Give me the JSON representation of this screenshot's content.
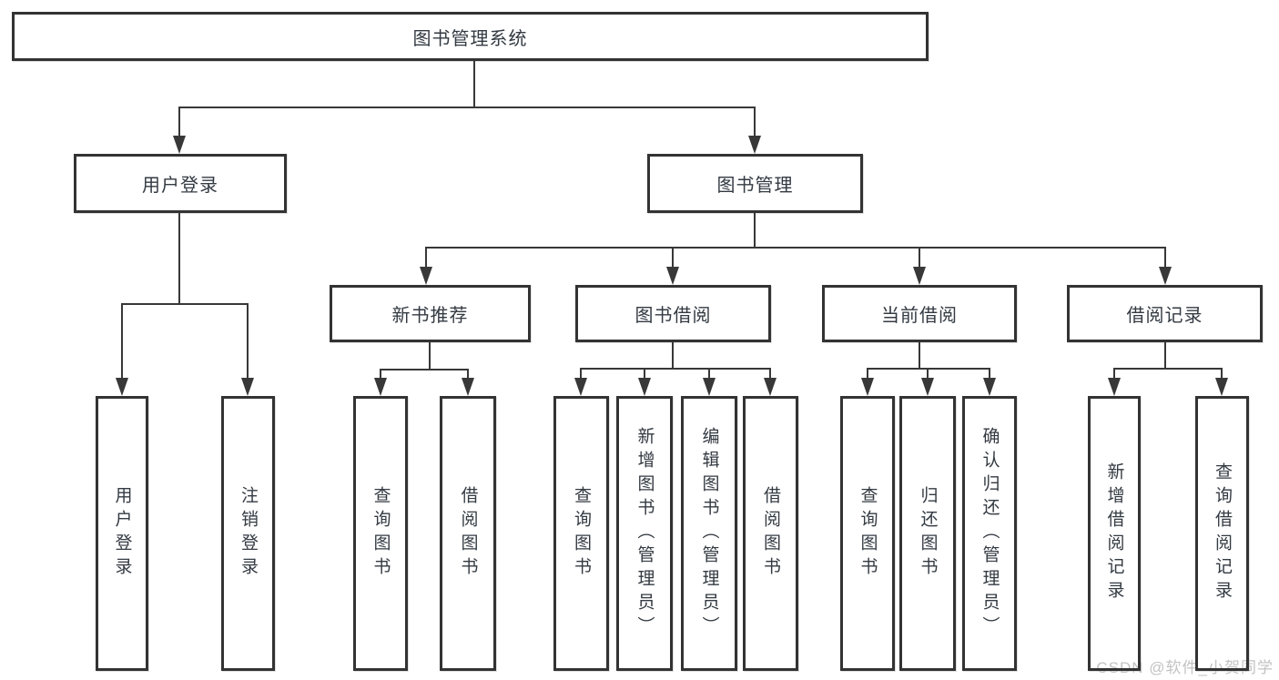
{
  "diagram": {
    "type": "hierarchy-tree",
    "title": "图书管理系统",
    "root": "图书管理系统",
    "level2": [
      "用户登录",
      "图书管理"
    ],
    "level3": [
      "新书推荐",
      "图书借阅",
      "当前借阅",
      "借阅记录"
    ],
    "leaves": [
      "用户登录",
      "注销登录",
      "查询图书",
      "借阅图书",
      "查询图书",
      "新增图书（管理员）",
      "编辑图书（管理员）",
      "借阅图书",
      "查询图书",
      "归还图书",
      "确认归还（管理员）",
      "新增借阅记录",
      "查询借阅记录"
    ],
    "hierarchy": {
      "图书管理系统": [
        "用户登录",
        "图书管理"
      ],
      "用户登录": [
        "用户登录",
        "注销登录"
      ],
      "图书管理": [
        "新书推荐",
        "图书借阅",
        "当前借阅",
        "借阅记录"
      ],
      "新书推荐": [
        "查询图书",
        "借阅图书"
      ],
      "图书借阅": [
        "查询图书",
        "新增图书（管理员）",
        "编辑图书（管理员）",
        "借阅图书"
      ],
      "当前借阅": [
        "查询图书",
        "归还图书",
        "确认归还（管理员）"
      ],
      "借阅记录": [
        "新增借阅记录",
        "查询借阅记录"
      ]
    },
    "colors": {
      "box_border": "#333333",
      "line": "#383838",
      "text": "#333a42",
      "background": "#ffffff"
    }
  },
  "watermark": {
    "text": "CSDN @软件_小贺同学",
    "color": "#c3c3c3"
  }
}
